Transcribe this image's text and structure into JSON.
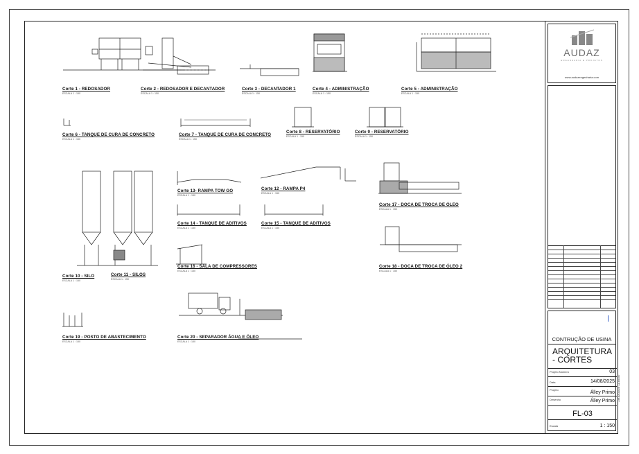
{
  "drawings": [
    {
      "caption": "Corte 1 - REDOSADOR",
      "scale": "ESCALA 1 : 150"
    },
    {
      "caption": "Corte 2 - REDOSADOR E DECANTADOR",
      "scale": "ESCALA 1 : 150"
    },
    {
      "caption": "Corte 3 - DECANTADOR 1",
      "scale": "ESCALA 1 : 150"
    },
    {
      "caption": "Corte 4 - ADMINISTRAÇÃO",
      "scale": "ESCALA 1 : 150"
    },
    {
      "caption": "Corte 5 - ADMINISTRAÇÃO",
      "scale": "ESCALA 1 : 150"
    },
    {
      "caption": "Corte 6 - TANQUE DE CURA DE CONCRETO",
      "scale": "ESCALA 1 : 150"
    },
    {
      "caption": "Corte 7 - TANQUE DE CURA DE CONCRETO",
      "scale": "ESCALA 1 : 150"
    },
    {
      "caption": "Corte 8 - RESERVATÓRIO",
      "scale": "ESCALA 1 : 150"
    },
    {
      "caption": "Corte 9 - RESERVATÓRIO",
      "scale": "ESCALA 1 : 150"
    },
    {
      "caption": "Corte 10 - SILO",
      "scale": "ESCALA 1 : 150"
    },
    {
      "caption": "Corte 11 - SILOS",
      "scale": "ESCALA 1 : 150"
    },
    {
      "caption": "Corte 13- RAMPA TOW GO",
      "scale": "ESCALA 1 : 150"
    },
    {
      "caption": "Corte 12 - RAMPA P4",
      "scale": "ESCALA 1 : 150"
    },
    {
      "caption": "Corte 14 - TANQUE DE ADITIVOS",
      "scale": "ESCALA 1 : 150"
    },
    {
      "caption": "Corte 15 - TANQUE DE ADITIVOS",
      "scale": "ESCALA 1 : 150"
    },
    {
      "caption": "Corte 16 - SALA DE COMPRESSORES",
      "scale": "ESCALA 1 : 150"
    },
    {
      "caption": "Corte 17 - DOCA DE TROCA DE ÓLEO",
      "scale": "ESCALA 1 : 150"
    },
    {
      "caption": "Corte 18 - DOCA DE TROCA DE ÓLEO 2",
      "scale": "ESCALA 1 : 150"
    },
    {
      "caption": "Corte 19 - POSTO DE ABASTECIMENTO",
      "scale": "ESCALA 1 : 150"
    },
    {
      "caption": "Corte 20 - SEPARADOR ÁGUA E ÓLEO",
      "scale": "ESCALA 1 : 150"
    }
  ],
  "title_block": {
    "logo": "AUDAZ",
    "logo_sub": "ENGENHARIA E PROJETOS",
    "website": "www.audazengenharia.com",
    "project_name": "CONTRUÇÃO DE USINA",
    "sheet_title": "ARQUITETURA - CORTES",
    "project_number_label": "Projeto Número",
    "project_number": "03",
    "date_label": "Data",
    "date": "14/08/2025",
    "designer_label": "Projeto",
    "designer": "Álley Primo",
    "drawer_label": "Desenho",
    "drawer": "Álley Primo",
    "sheet_number": "FL-03",
    "scale_label": "Escala",
    "scale": "1 : 150",
    "timestamp": "19/10/2025 11:05:57"
  }
}
